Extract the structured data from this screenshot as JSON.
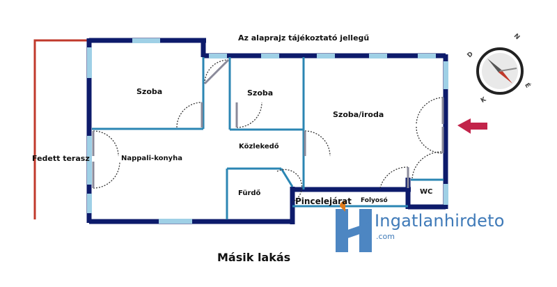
{
  "title": "Az alaprajz tájékoztató jellegű",
  "rooms": [
    {
      "name": "Szoba"
    },
    {
      "name": "Szoba"
    },
    {
      "name": "Szoba/iroda"
    },
    {
      "name": "Nappali-konyha"
    },
    {
      "name": "Közlekedő"
    },
    {
      "name": "Fürdő"
    },
    {
      "name": "Pincelejárat"
    },
    {
      "name": "Folyosó"
    },
    {
      "name": "WC"
    }
  ],
  "terrace_label": "Fedett terasz",
  "neighbor_label": "Másik lakás",
  "compass": {
    "letters": [
      "N",
      "D",
      "É",
      "K"
    ]
  },
  "watermark": {
    "name": "Ingatlanhirdeto",
    "domain": ".com"
  },
  "colors": {
    "wall": "#0d1b6b",
    "partition": "#2b86b3",
    "window": "#9fd0e6",
    "terrace": "#c0392b",
    "arrow": "#c2244a",
    "watermark": "#3f7ab8",
    "watermark_accent": "#e07b1a"
  }
}
